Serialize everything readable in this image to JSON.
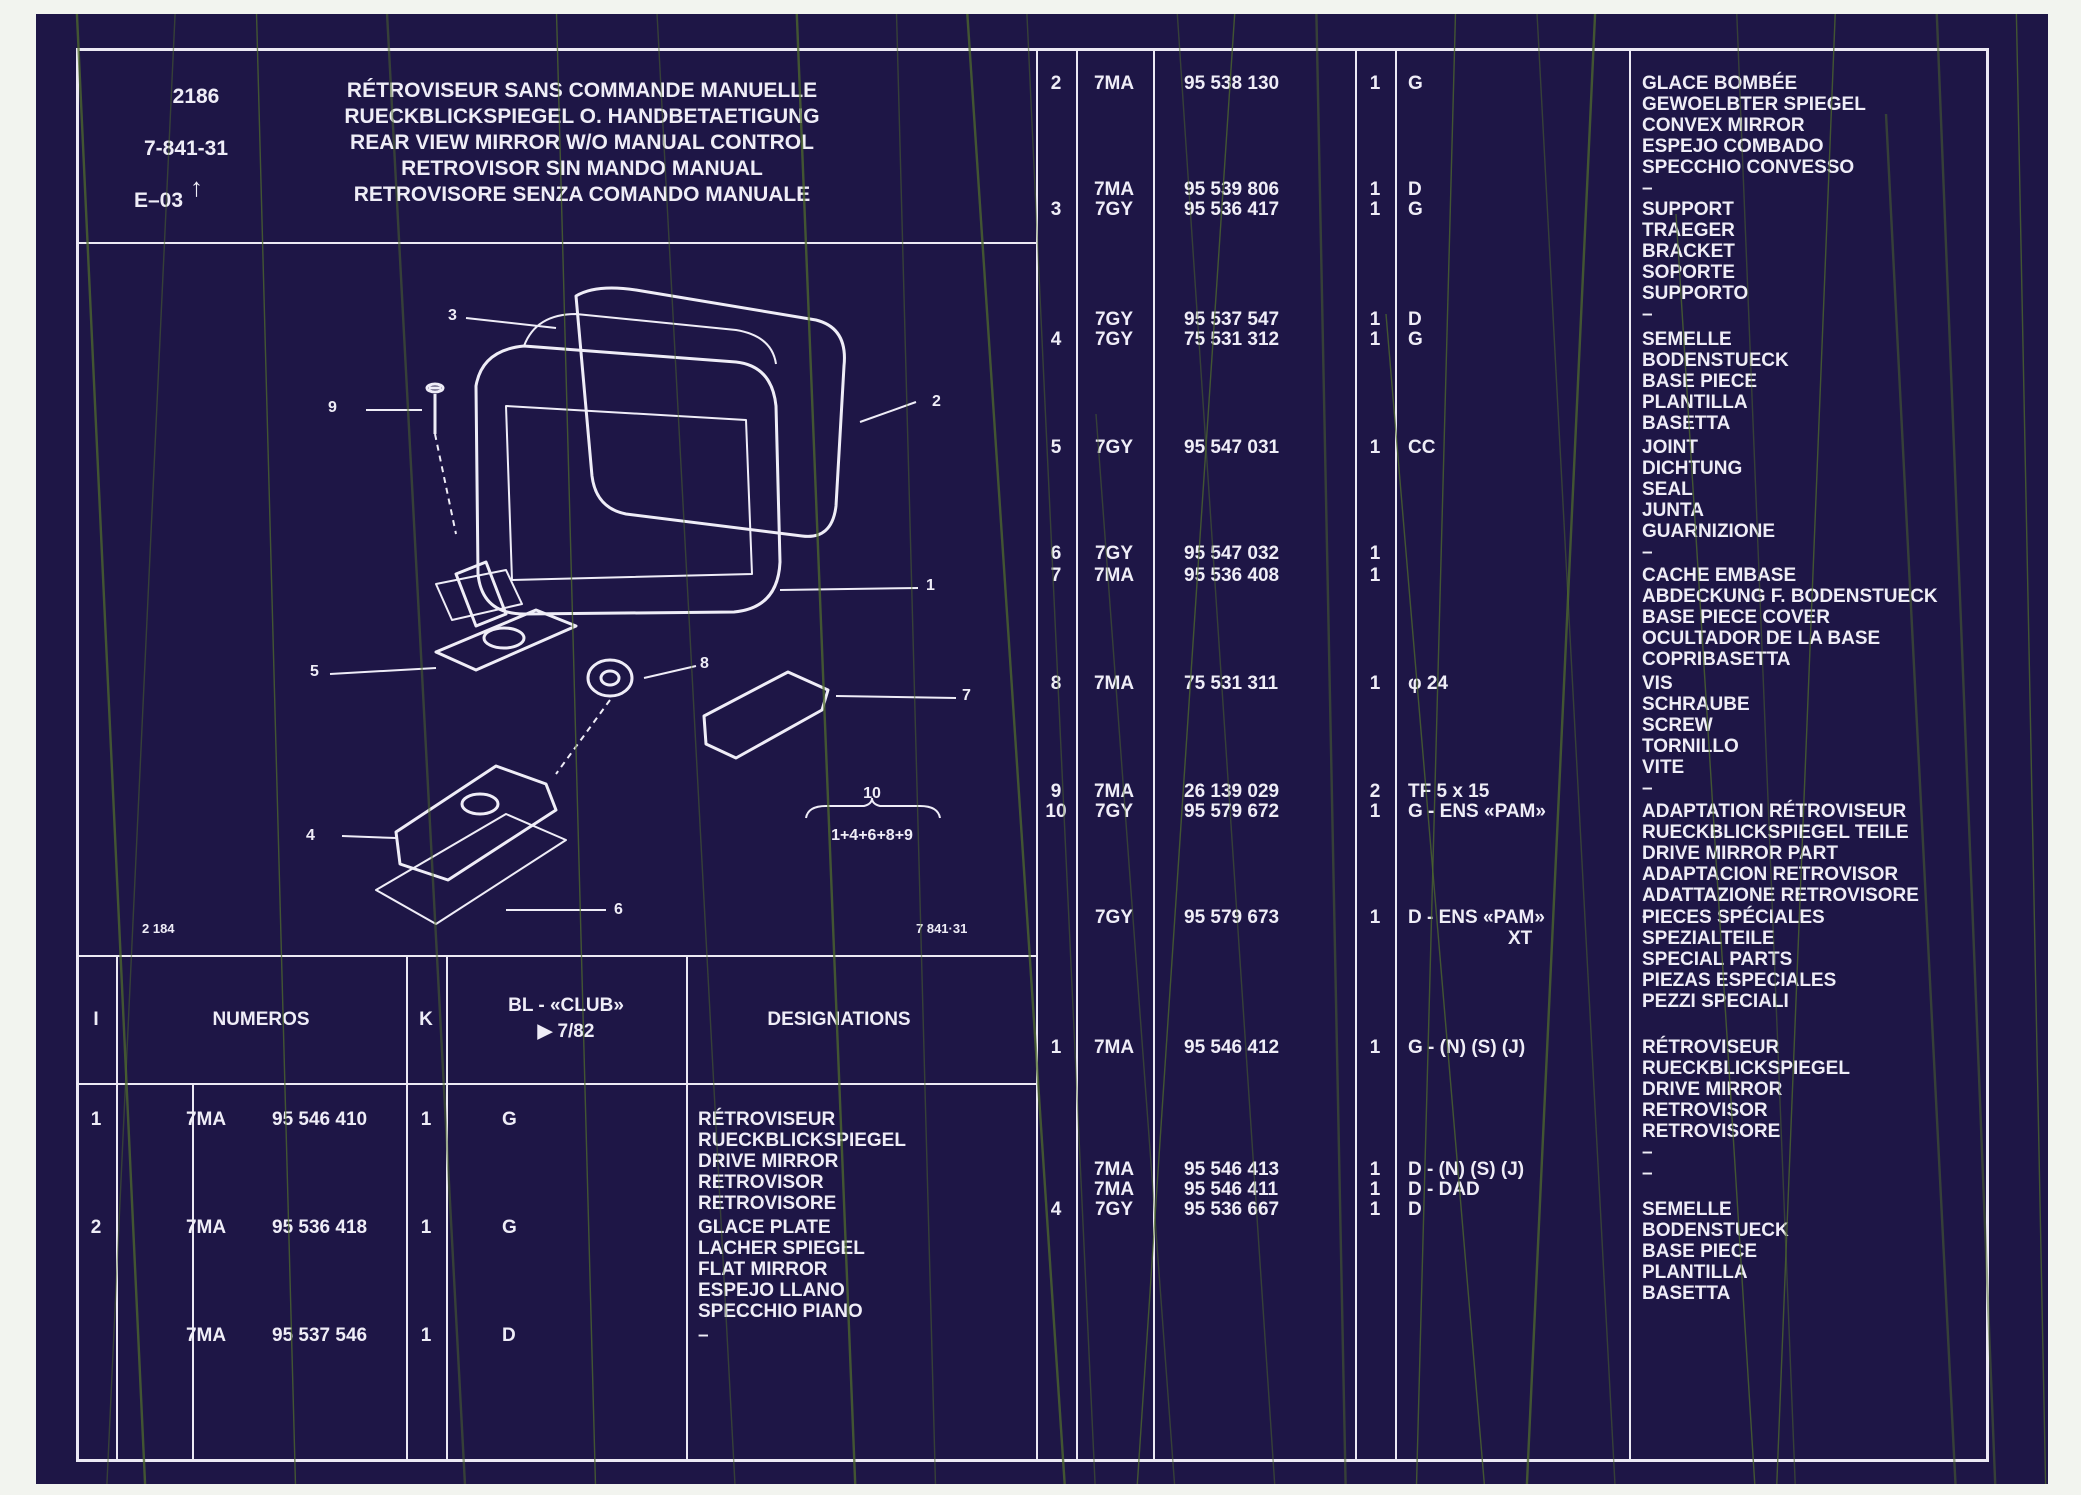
{
  "header": {
    "plate_number": "2186",
    "ref_code": "7-841-31",
    "edition": "E–03",
    "titles": [
      "RÉTROVISEUR SANS COMMANDE MANUELLE",
      "RUECKBLICKSPIEGEL O. HANDBETAETIGUNG",
      "REAR VIEW MIRROR W/O MANUAL CONTROL",
      "RETROVISOR SIN MANDO MANUAL",
      "RETROVISORE SENZA COMANDO MANUALE"
    ]
  },
  "illustration": {
    "callouts": [
      "1",
      "2",
      "3",
      "4",
      "5",
      "6",
      "7",
      "8",
      "9",
      "10"
    ],
    "kit_formula": "1+4+6+8+9",
    "figure_ref_left": "2 184",
    "figure_ref_right": "7 841·31"
  },
  "table_header": {
    "col_i": "I",
    "col_numeros": "NUMEROS",
    "col_k": "K",
    "col_bl_1": "BL - «CLUB»",
    "col_bl_2": "▶ 7/82",
    "col_designations": "DESIGNATIONS"
  },
  "left_rows": [
    {
      "i": "1",
      "type": "7MA",
      "num": "95 546 410",
      "k": "1",
      "bl": "G",
      "d": [
        "RÉTROVISEUR",
        "RUECKBLICKSPIEGEL",
        "DRIVE MIRROR",
        "RETROVISOR",
        "RETROVISORE"
      ]
    },
    {
      "i": "2",
      "type": "7MA",
      "num": "95 536 418",
      "k": "1",
      "bl": "G",
      "d": [
        "GLACE PLATE",
        "LACHER SPIEGEL",
        "FLAT MIRROR",
        "ESPEJO LLANO",
        "SPECCHIO PIANO"
      ]
    },
    {
      "i": "",
      "type": "7MA",
      "num": "95 537 546",
      "k": "1",
      "bl": "D",
      "d": [
        "–"
      ]
    }
  ],
  "right_rows": [
    {
      "i": "2",
      "type": "7MA",
      "num": "95 538 130",
      "k": "1",
      "bl": "G",
      "d": [
        "GLACE BOMBÉE",
        "GEWOELBTER SPIEGEL",
        "CONVEX MIRROR",
        "ESPEJO COMBADO",
        "SPECCHIO CONVESSO",
        "–"
      ]
    },
    {
      "i": "",
      "type": "7MA",
      "num": "95 539 806",
      "k": "1",
      "bl": "D",
      "d": []
    },
    {
      "i": "3",
      "type": "7GY",
      "num": "95 536 417",
      "k": "1",
      "bl": "G",
      "d": [
        "SUPPORT",
        "TRAEGER",
        "BRACKET",
        "SOPORTE",
        "SUPPORTO",
        "–"
      ]
    },
    {
      "i": "",
      "type": "7GY",
      "num": "95 537 547",
      "k": "1",
      "bl": "D",
      "d": []
    },
    {
      "i": "4",
      "type": "7GY",
      "num": "75 531 312",
      "k": "1",
      "bl": "G",
      "d": [
        "SEMELLE",
        "BODENSTUECK",
        "BASE PIECE",
        "PLANTILLA",
        "BASETTA"
      ]
    },
    {
      "i": "5",
      "type": "7GY",
      "num": "95 547 031",
      "k": "1",
      "bl": "CC",
      "d": [
        "JOINT",
        "DICHTUNG",
        "SEAL",
        "JUNTA",
        "GUARNIZIONE",
        "–"
      ]
    },
    {
      "i": "6",
      "type": "7GY",
      "num": "95 547 032",
      "k": "1",
      "bl": "",
      "d": []
    },
    {
      "i": "7",
      "type": "7MA",
      "num": "95 536 408",
      "k": "1",
      "bl": "",
      "d": [
        "CACHE EMBASE",
        "ABDECKUNG F. BODENSTUECK",
        "BASE PIECE COVER",
        "OCULTADOR DE LA BASE",
        "COPRIBASETTA"
      ]
    },
    {
      "i": "8",
      "type": "7MA",
      "num": "75 531 311",
      "k": "1",
      "bl": "φ 24",
      "d": [
        "VIS",
        "SCHRAUBE",
        "SCREW",
        "TORNILLO",
        "VITE",
        "–"
      ]
    },
    {
      "i": "9",
      "type": "7MA",
      "num": "26 139 029",
      "k": "2",
      "bl": "TF 5 x 15",
      "d": []
    },
    {
      "i": "10",
      "type": "7GY",
      "num": "95 579 672",
      "k": "1",
      "bl": "G - ENS «PAM»",
      "d": [
        "ADAPTATION RÉTROVISEUR",
        "RUECKBLICKSPIEGEL TEILE",
        "DRIVE MIRROR PART",
        "ADAPTACION RETROVISOR",
        "ADATTAZIONE RETROVISORE",
        "–"
      ]
    },
    {
      "i": "",
      "type": "7GY",
      "num": "95 579 673",
      "k": "1",
      "bl": "D - ENS «PAM»",
      "bl2": "XT",
      "d": [
        "PIECES SPÉCIALES",
        "SPEZIALTEILE",
        "SPECIAL PARTS",
        "PIEZAS ESPECIALES",
        "PEZZI SPECIALI"
      ]
    },
    {
      "i": "1",
      "type": "7MA",
      "num": "95 546 412",
      "k": "1",
      "bl": "G - (N) (S) (J)",
      "d": [
        "RÉTROVISEUR",
        "RUECKBLICKSPIEGEL",
        "DRIVE MIRROR",
        "RETROVISOR",
        "RETROVISORE",
        "–",
        "–"
      ]
    },
    {
      "i": "",
      "type": "7MA",
      "num": "95 546 413",
      "k": "1",
      "bl": "D - (N) (S) (J)",
      "d": []
    },
    {
      "i": "",
      "type": "7MA",
      "num": "95 546 411",
      "k": "1",
      "bl": "D - DAD",
      "d": []
    },
    {
      "i": "4",
      "type": "7GY",
      "num": "95 536 667",
      "k": "1",
      "bl": "D",
      "d": [
        "SEMELLE",
        "BODENSTUECK",
        "BASE PIECE",
        "PLANTILLA",
        "BASETTA"
      ]
    }
  ],
  "colors": {
    "background": "#1e1646",
    "ink": "#efedf7",
    "scratch": "#4f6b2c",
    "paper": "#f2f4ef"
  }
}
